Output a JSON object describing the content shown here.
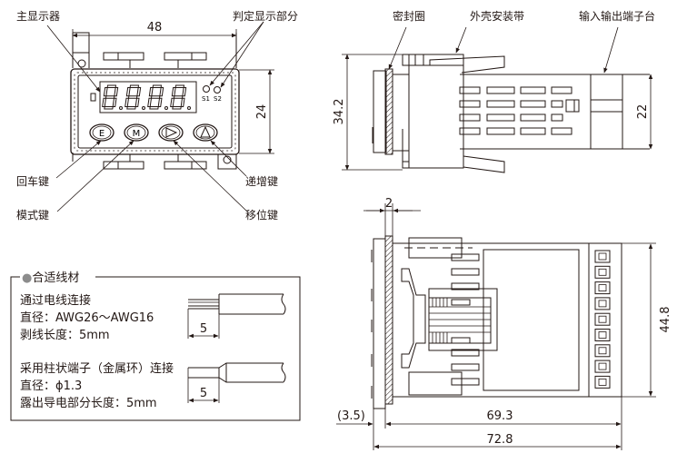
{
  "front_view": {
    "labels": {
      "main_display": "主显示器",
      "judgement_display": "判定显示部分",
      "enter_key": "回车键",
      "mode_key": "模式键",
      "up_key": "递增键",
      "shift_key": "移位键"
    },
    "dimensions": {
      "width": "48",
      "height": "24"
    },
    "keys": {
      "enter": "E",
      "mode": "M",
      "shift": "▷",
      "up": "△"
    },
    "indicators": {
      "s1": "S1",
      "s2": "S2"
    }
  },
  "side_view": {
    "labels": {
      "gasket": "密封圈",
      "mounting_bracket": "外壳安装带",
      "terminal_block": "输入输出端子台"
    },
    "dimensions": {
      "overall_height": "34.2",
      "terminal_height": "22"
    }
  },
  "top_view": {
    "dimensions": {
      "panel_thickness": "2",
      "front_protrusion": "(3.5)",
      "depth_behind_panel": "69.3",
      "total_depth": "72.8",
      "height": "44.8"
    }
  },
  "wire_box": {
    "title": "●合适线材",
    "section1": {
      "line1": "通过电线连接",
      "line2": "直径：AWG26～AWG16",
      "line3": "剥线长度：5mm",
      "dim": "5"
    },
    "section2": {
      "line1": "采用柱状端子（金属环）连接",
      "line2": "直径：ϕ1.3",
      "line3": "露出导电部分长度：5mm",
      "dim": "5"
    }
  }
}
